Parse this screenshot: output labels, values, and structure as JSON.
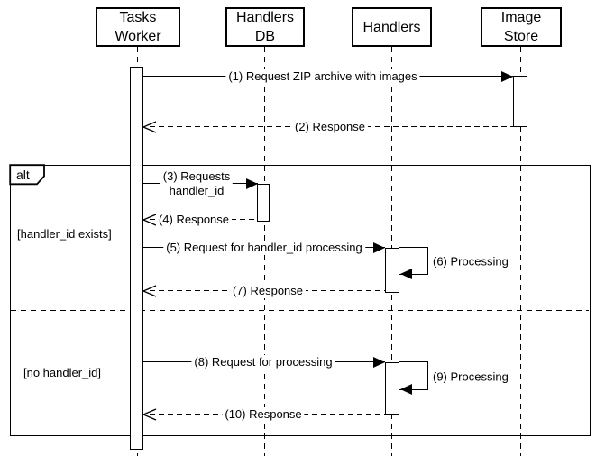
{
  "diagram_type": "uml-sequence-diagram",
  "colors": {
    "line": "#000000",
    "background": "#ffffff",
    "shape_fill": "#ffffff"
  },
  "actors": [
    {
      "name": "Tasks Worker",
      "label": "Tasks\nWorker"
    },
    {
      "name": "Handlers DB",
      "label": "Handlers\nDB"
    },
    {
      "name": "Handlers",
      "label": "Handlers"
    },
    {
      "name": "Image Store",
      "label": "Image\nStore"
    }
  ],
  "frame": {
    "operator": "alt",
    "guards": [
      {
        "label": "[handler_id exists]"
      },
      {
        "label": "[no handler_id]"
      }
    ]
  },
  "messages": [
    {
      "label": "(1) Request ZIP archive with images",
      "from": "Tasks Worker",
      "to": "Image Store",
      "kind": "sync"
    },
    {
      "label": "(2) Response",
      "from": "Image Store",
      "to": "Tasks Worker",
      "kind": "return"
    },
    {
      "label": "(3) Requests\nhandler_id",
      "from": "Tasks Worker",
      "to": "Handlers DB",
      "kind": "sync"
    },
    {
      "label": "(4) Response",
      "from": "Handlers DB",
      "to": "Tasks Worker",
      "kind": "return"
    },
    {
      "label": "(5) Request for handler_id processing",
      "from": "Tasks Worker",
      "to": "Handlers",
      "kind": "sync"
    },
    {
      "label": "(6) Processing",
      "from": "Handlers",
      "to": "Handlers",
      "kind": "self"
    },
    {
      "label": "(7) Response",
      "from": "Handlers",
      "to": "Tasks Worker",
      "kind": "return"
    },
    {
      "label": "(8) Request for processing",
      "from": "Tasks Worker",
      "to": "Handlers",
      "kind": "sync"
    },
    {
      "label": "(9) Processing",
      "from": "Handlers",
      "to": "Handlers",
      "kind": "self"
    },
    {
      "label": "(10) Response",
      "from": "Handlers",
      "to": "Tasks Worker",
      "kind": "return"
    }
  ]
}
